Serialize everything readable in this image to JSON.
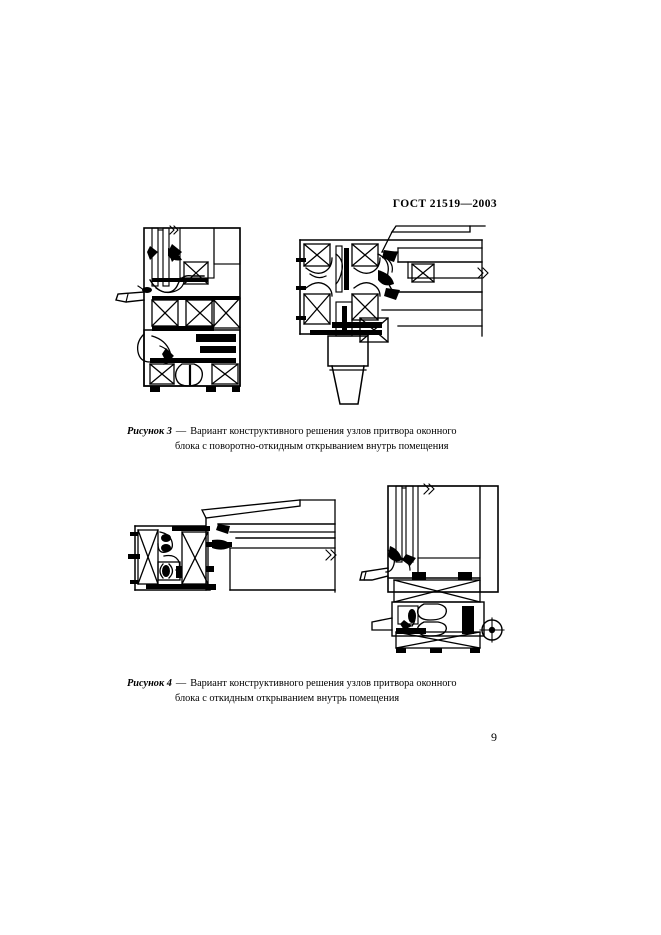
{
  "document": {
    "standard_header": "ГОСТ 21519—2003",
    "page_number": "9"
  },
  "figures": [
    {
      "id": "figure-3",
      "label": "Рисунок 3",
      "dash": "—",
      "caption_line1": "Вариант конструктивного решения узлов притвора оконного",
      "caption_line2": "блока с поворотно-откидным открыванием внутрь помещения",
      "drawing_kind": "window-profile-cross-section",
      "views": [
        "left-vertical-section",
        "right-horizontal-section"
      ]
    },
    {
      "id": "figure-4",
      "label": "Рисунок 4",
      "dash": "—",
      "caption_line1": "Вариант конструктивного решения узлов притвора оконного",
      "caption_line2": "блока с откидным открыванием внутрь помещения",
      "drawing_kind": "window-profile-cross-section",
      "views": [
        "left-horizontal-section",
        "right-vertical-section"
      ]
    }
  ],
  "style": {
    "ink": "#000000",
    "paper": "#ffffff"
  }
}
